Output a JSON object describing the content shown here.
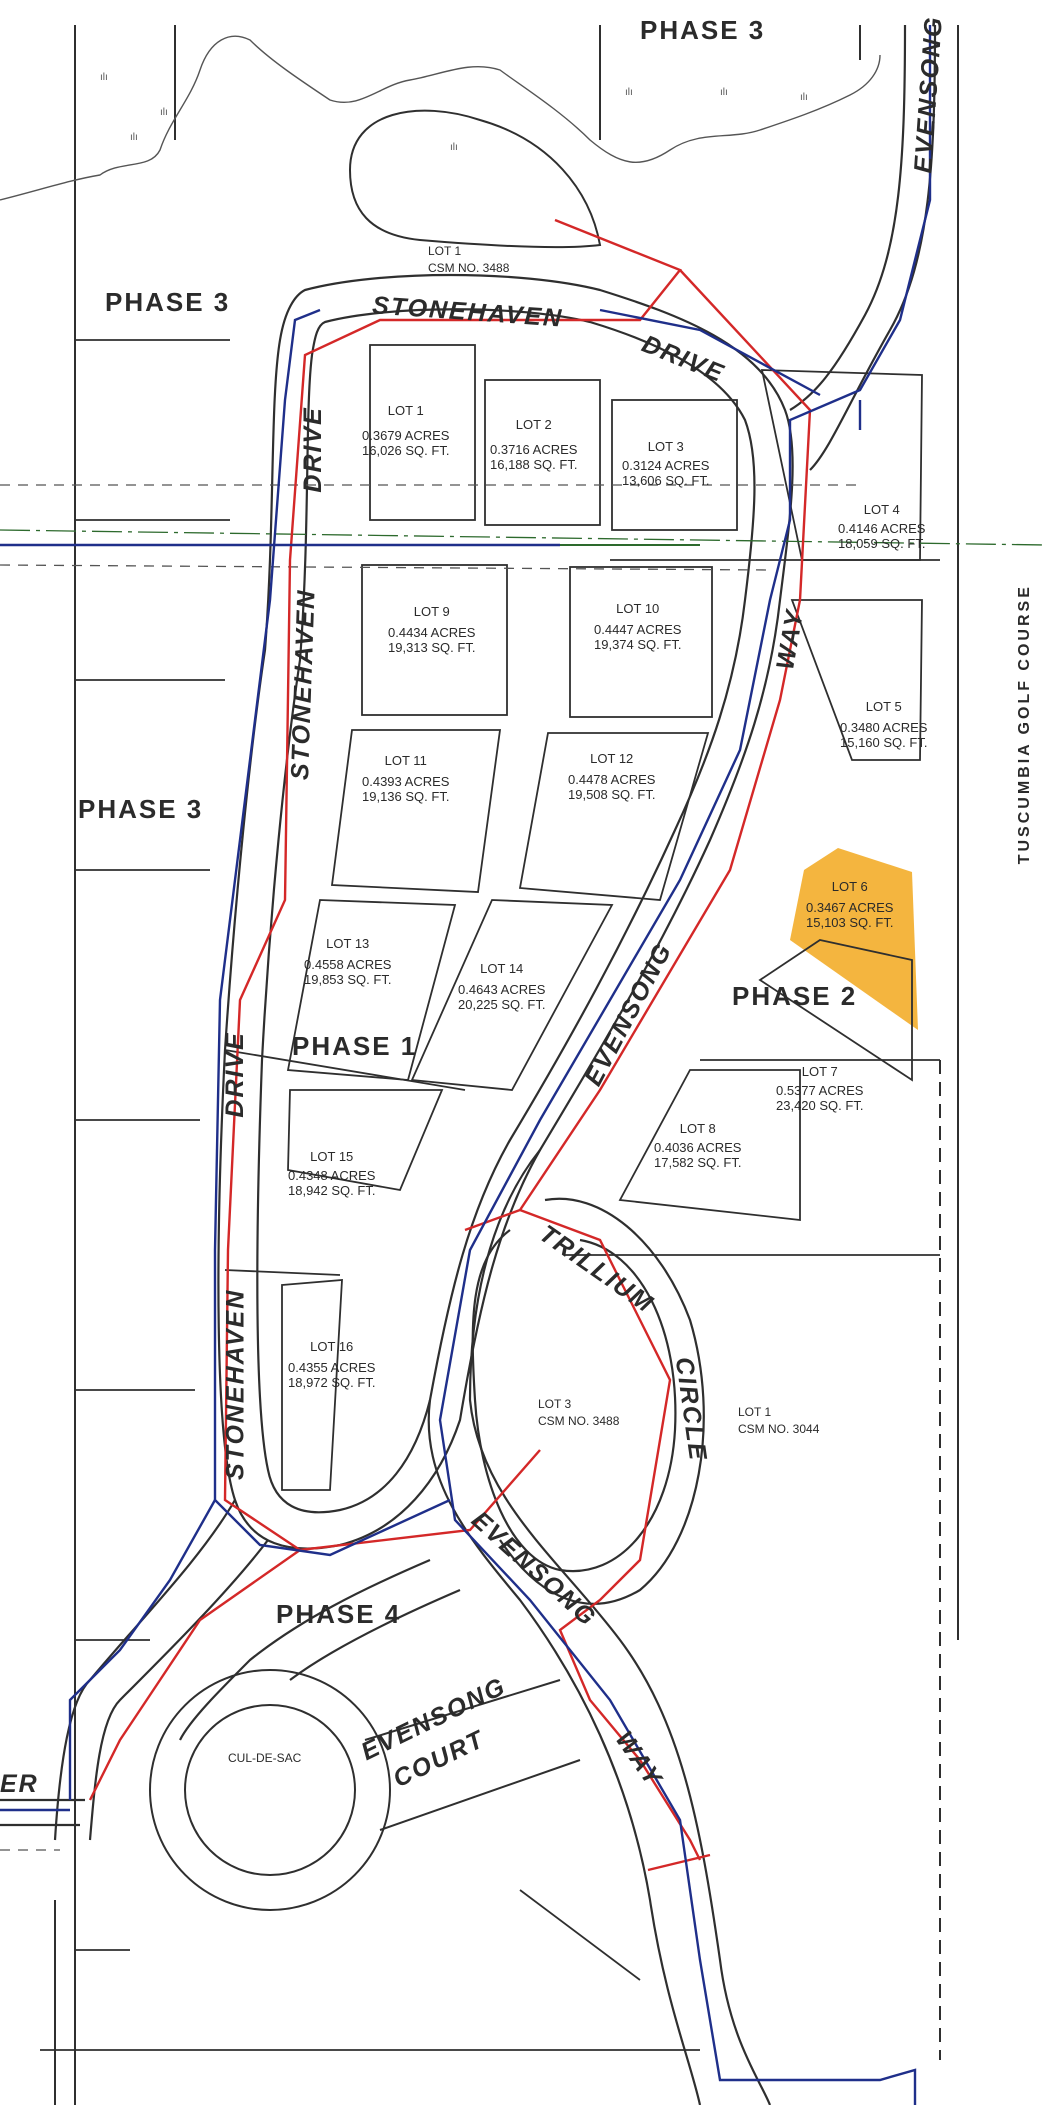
{
  "phases": {
    "top": "PHASE 3",
    "upper_left": "PHASE   3",
    "mid_left": "PHASE   3",
    "center": "PHASE   1",
    "right": "PHASE   2",
    "bottom": "PHASE   4"
  },
  "streets": {
    "stonehaven_drive_top": "STONEHAVEN",
    "drive_top": "DRIVE",
    "drive_left_upper": "DRIVE",
    "stonehaven_left_upper": "STONEHAVEN",
    "drive_left_lower": "DRIVE",
    "stonehaven_left_lower": "STONEHAVEN",
    "way_right": "WAY",
    "evensong_mid": "EVENSONG",
    "evensong_top_right": "EVENSONG",
    "trillium": "TRILLIUM",
    "circle": "CIRCLE",
    "evensong_lower": "EVENSONG",
    "way_lower": "WAY",
    "evensong_court_1": "EVENSONG",
    "evensong_court_2": "COURT",
    "er_fragment": "ER"
  },
  "cul_de_sac": "CUL-DE-SAC",
  "csm_labels": {
    "top_lot1": "LOT 1",
    "top_csm": "CSM NO. 3488",
    "lot3_name": "LOT 3",
    "lot3_csm": "CSM NO. 3488",
    "right_lot1": "LOT 1",
    "right_csm": "CSM NO. 3044"
  },
  "golf_course": "TUSCUMBIA  GOLF  COURSE",
  "lots": [
    {
      "name": "LOT 1",
      "acres": "0.3679 ACRES",
      "sqft": "16,026 SQ. FT."
    },
    {
      "name": "LOT 2",
      "acres": "0.3716 ACRES",
      "sqft": "16,188 SQ. FT."
    },
    {
      "name": "LOT 3",
      "acres": "0.3124 ACRES",
      "sqft": "13,606 SQ. FT."
    },
    {
      "name": "LOT 4",
      "acres": "0.4146 ACRES",
      "sqft": "18,059 SQ. FT."
    },
    {
      "name": "LOT 9",
      "acres": "0.4434 ACRES",
      "sqft": "19,313 SQ. FT."
    },
    {
      "name": "LOT 10",
      "acres": "0.4447 ACRES",
      "sqft": "19,374 SQ. FT."
    },
    {
      "name": "LOT 5",
      "acres": "0.3480 ACRES",
      "sqft": "15,160 SQ. FT."
    },
    {
      "name": "LOT 11",
      "acres": "0.4393 ACRES",
      "sqft": "19,136 SQ. FT."
    },
    {
      "name": "LOT 12",
      "acres": "0.4478 ACRES",
      "sqft": "19,508 SQ. FT."
    },
    {
      "name": "LOT 6",
      "acres": "0.3467 ACRES",
      "sqft": "15,103 SQ. FT."
    },
    {
      "name": "LOT 13",
      "acres": "0.4558 ACRES",
      "sqft": "19,853 SQ. FT."
    },
    {
      "name": "LOT 14",
      "acres": "0.4643 ACRES",
      "sqft": "20,225 SQ. FT."
    },
    {
      "name": "LOT 7",
      "acres": "0.5377 ACRES",
      "sqft": "23,420 SQ. FT."
    },
    {
      "name": "LOT 8",
      "acres": "0.4036 ACRES",
      "sqft": "17,582 SQ. FT."
    },
    {
      "name": "LOT 15",
      "acres": "0.4348 ACRES",
      "sqft": "18,942 SQ. FT."
    },
    {
      "name": "LOT 16",
      "acres": "0.4355 ACRES",
      "sqft": "18,972 SQ. FT."
    }
  ],
  "colors": {
    "linework": "#2f2f2f",
    "utility_red": "#d42828",
    "utility_blue": "#1f2f8a",
    "highlight": "#f2a81d"
  }
}
